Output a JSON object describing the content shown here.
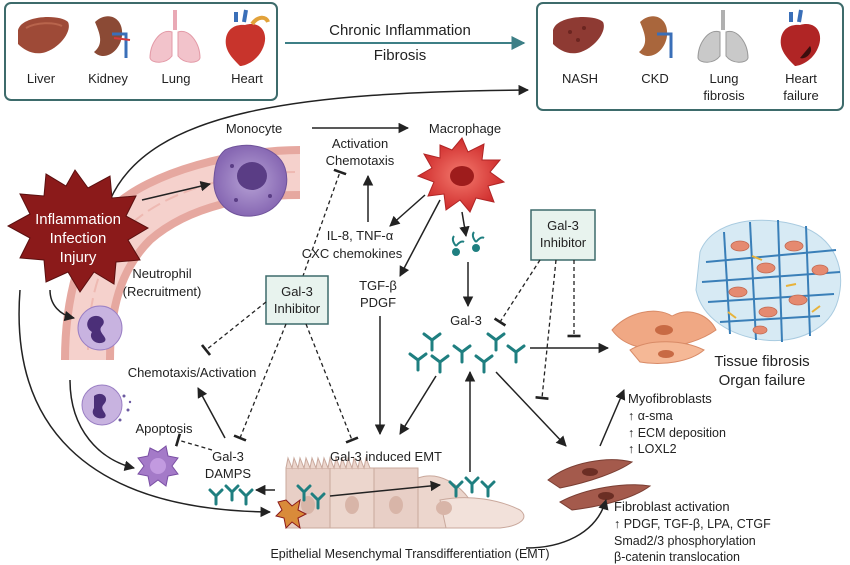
{
  "organs_healthy": [
    {
      "label": "Liver"
    },
    {
      "label": "Kidney"
    },
    {
      "label": "Lung"
    },
    {
      "label": "Heart"
    }
  ],
  "organs_disease": [
    {
      "label": "NASH"
    },
    {
      "label": "CKD"
    },
    {
      "label": "Lung",
      "label2": "fibrosis"
    },
    {
      "label": "Heart",
      "label2": "failure"
    }
  ],
  "top_arrow": {
    "line1": "Chronic Inflammation",
    "line2": "Fibrosis"
  },
  "injury": {
    "line1": "Inflammation",
    "line2": "Infection",
    "line3": "Injury"
  },
  "labels": {
    "monocyte": "Monocyte",
    "macrophage": "Macrophage",
    "activation": "Activation",
    "chemotaxis": "Chemotaxis",
    "il8": "IL-8, TNF-α",
    "cxc": "CXC chemokines",
    "tgfb": "TGF-β",
    "pdgf": "PDGF",
    "neutrophil": "Neutrophil",
    "recruitment": "(Recruitment)",
    "chemotaxis_activation": "Chemotaxis/Activation",
    "apoptosis": "Apoptosis",
    "gal3": "Gal-3",
    "gal3_damps_1": "Gal-3",
    "gal3_damps_2": "DAMPS",
    "gal3_emt": "Gal-3 induced EMT",
    "emt": "Epithelial Mesenchymal Transdifferentiation (EMT)",
    "tissue_fibrosis": "Tissue fibrosis",
    "organ_failure": "Organ failure"
  },
  "inhibitors": [
    {
      "line1": "Gal-3",
      "line2": "Inhibitor"
    },
    {
      "line1": "Gal-3",
      "line2": "Inhibitor"
    }
  ],
  "myofibroblasts": {
    "title": "Myofibroblasts",
    "items": [
      "↑ α-sma",
      "↑ ECM deposition",
      "↑ LOXL2"
    ]
  },
  "fibroblast": {
    "title": "Fibroblast activation",
    "items": [
      "↑ PDGF, TGF-β, LPA, CTGF",
      "Smad2/3 phosphorylation",
      "β-catenin translocation"
    ]
  },
  "colors": {
    "box_border": "#3d6b6b",
    "injury_red": "#8b1a1a",
    "macrophage": "#d93a3a",
    "monocyte": "#8a6fb5",
    "gal3": "#1f7f80",
    "myofibroblast": "#f0a884",
    "fibroblast": "#a45a4c"
  }
}
